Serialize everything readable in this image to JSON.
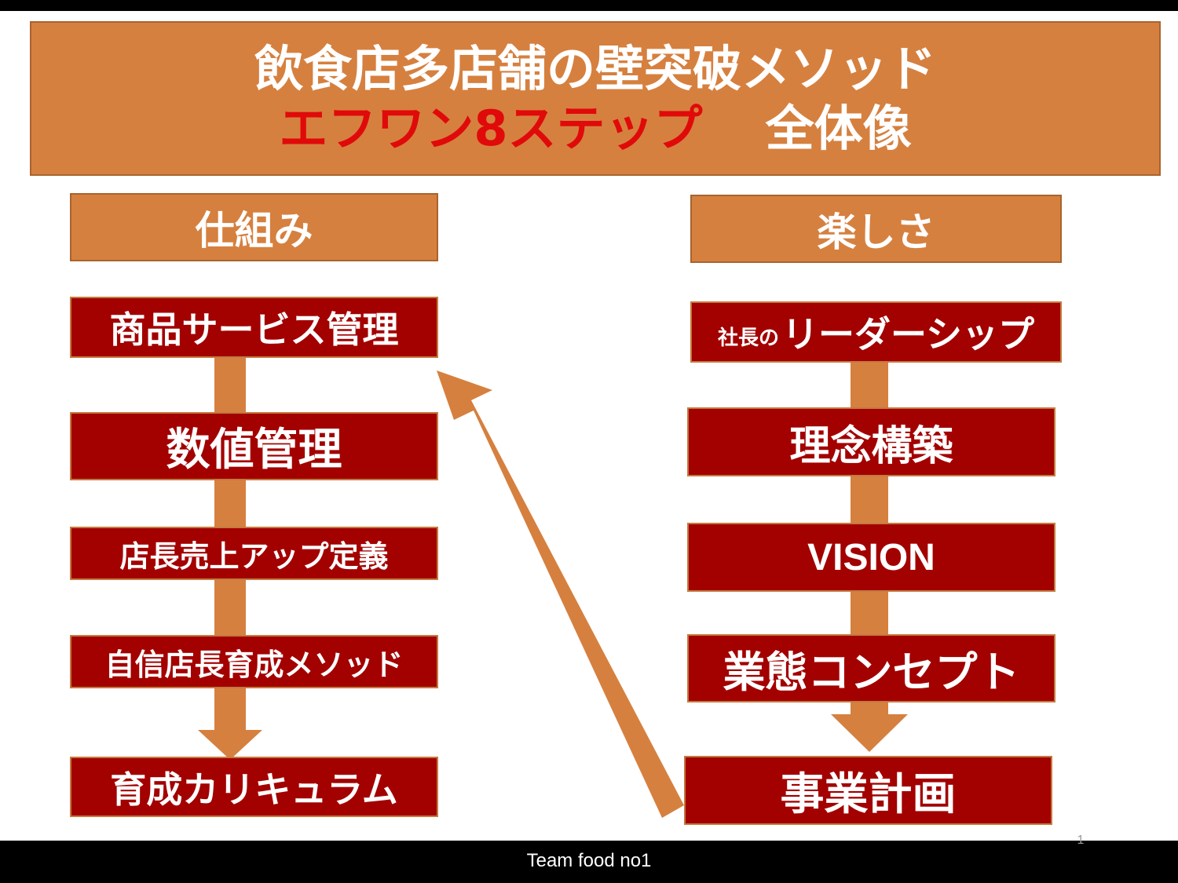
{
  "title": {
    "line1": "飲食店多店舗の壁突破メソッド",
    "line2_highlight": "エフワン8ステップ",
    "line2_rest": "全体像"
  },
  "left_column": {
    "header": "仕組み",
    "steps": [
      "商品サービス管理",
      "数値管理",
      "店長売上アップ定義",
      "自信店長育成メソッド",
      "育成カリキュラム"
    ]
  },
  "right_column": {
    "header": "楽しさ",
    "steps": [
      {
        "prefix": "社長の",
        "label": "リーダーシップ"
      },
      {
        "label": "理念構築"
      },
      {
        "label": "VISION"
      },
      {
        "label": "業態コンセプト"
      },
      {
        "label": "事業計画"
      }
    ]
  },
  "footer": "Team food no1",
  "page_number": "1",
  "colors": {
    "header_orange": "#d6803f",
    "step_red": "#a30000",
    "arrow_orange": "#d6803f",
    "highlight_red": "#e00a0a"
  }
}
